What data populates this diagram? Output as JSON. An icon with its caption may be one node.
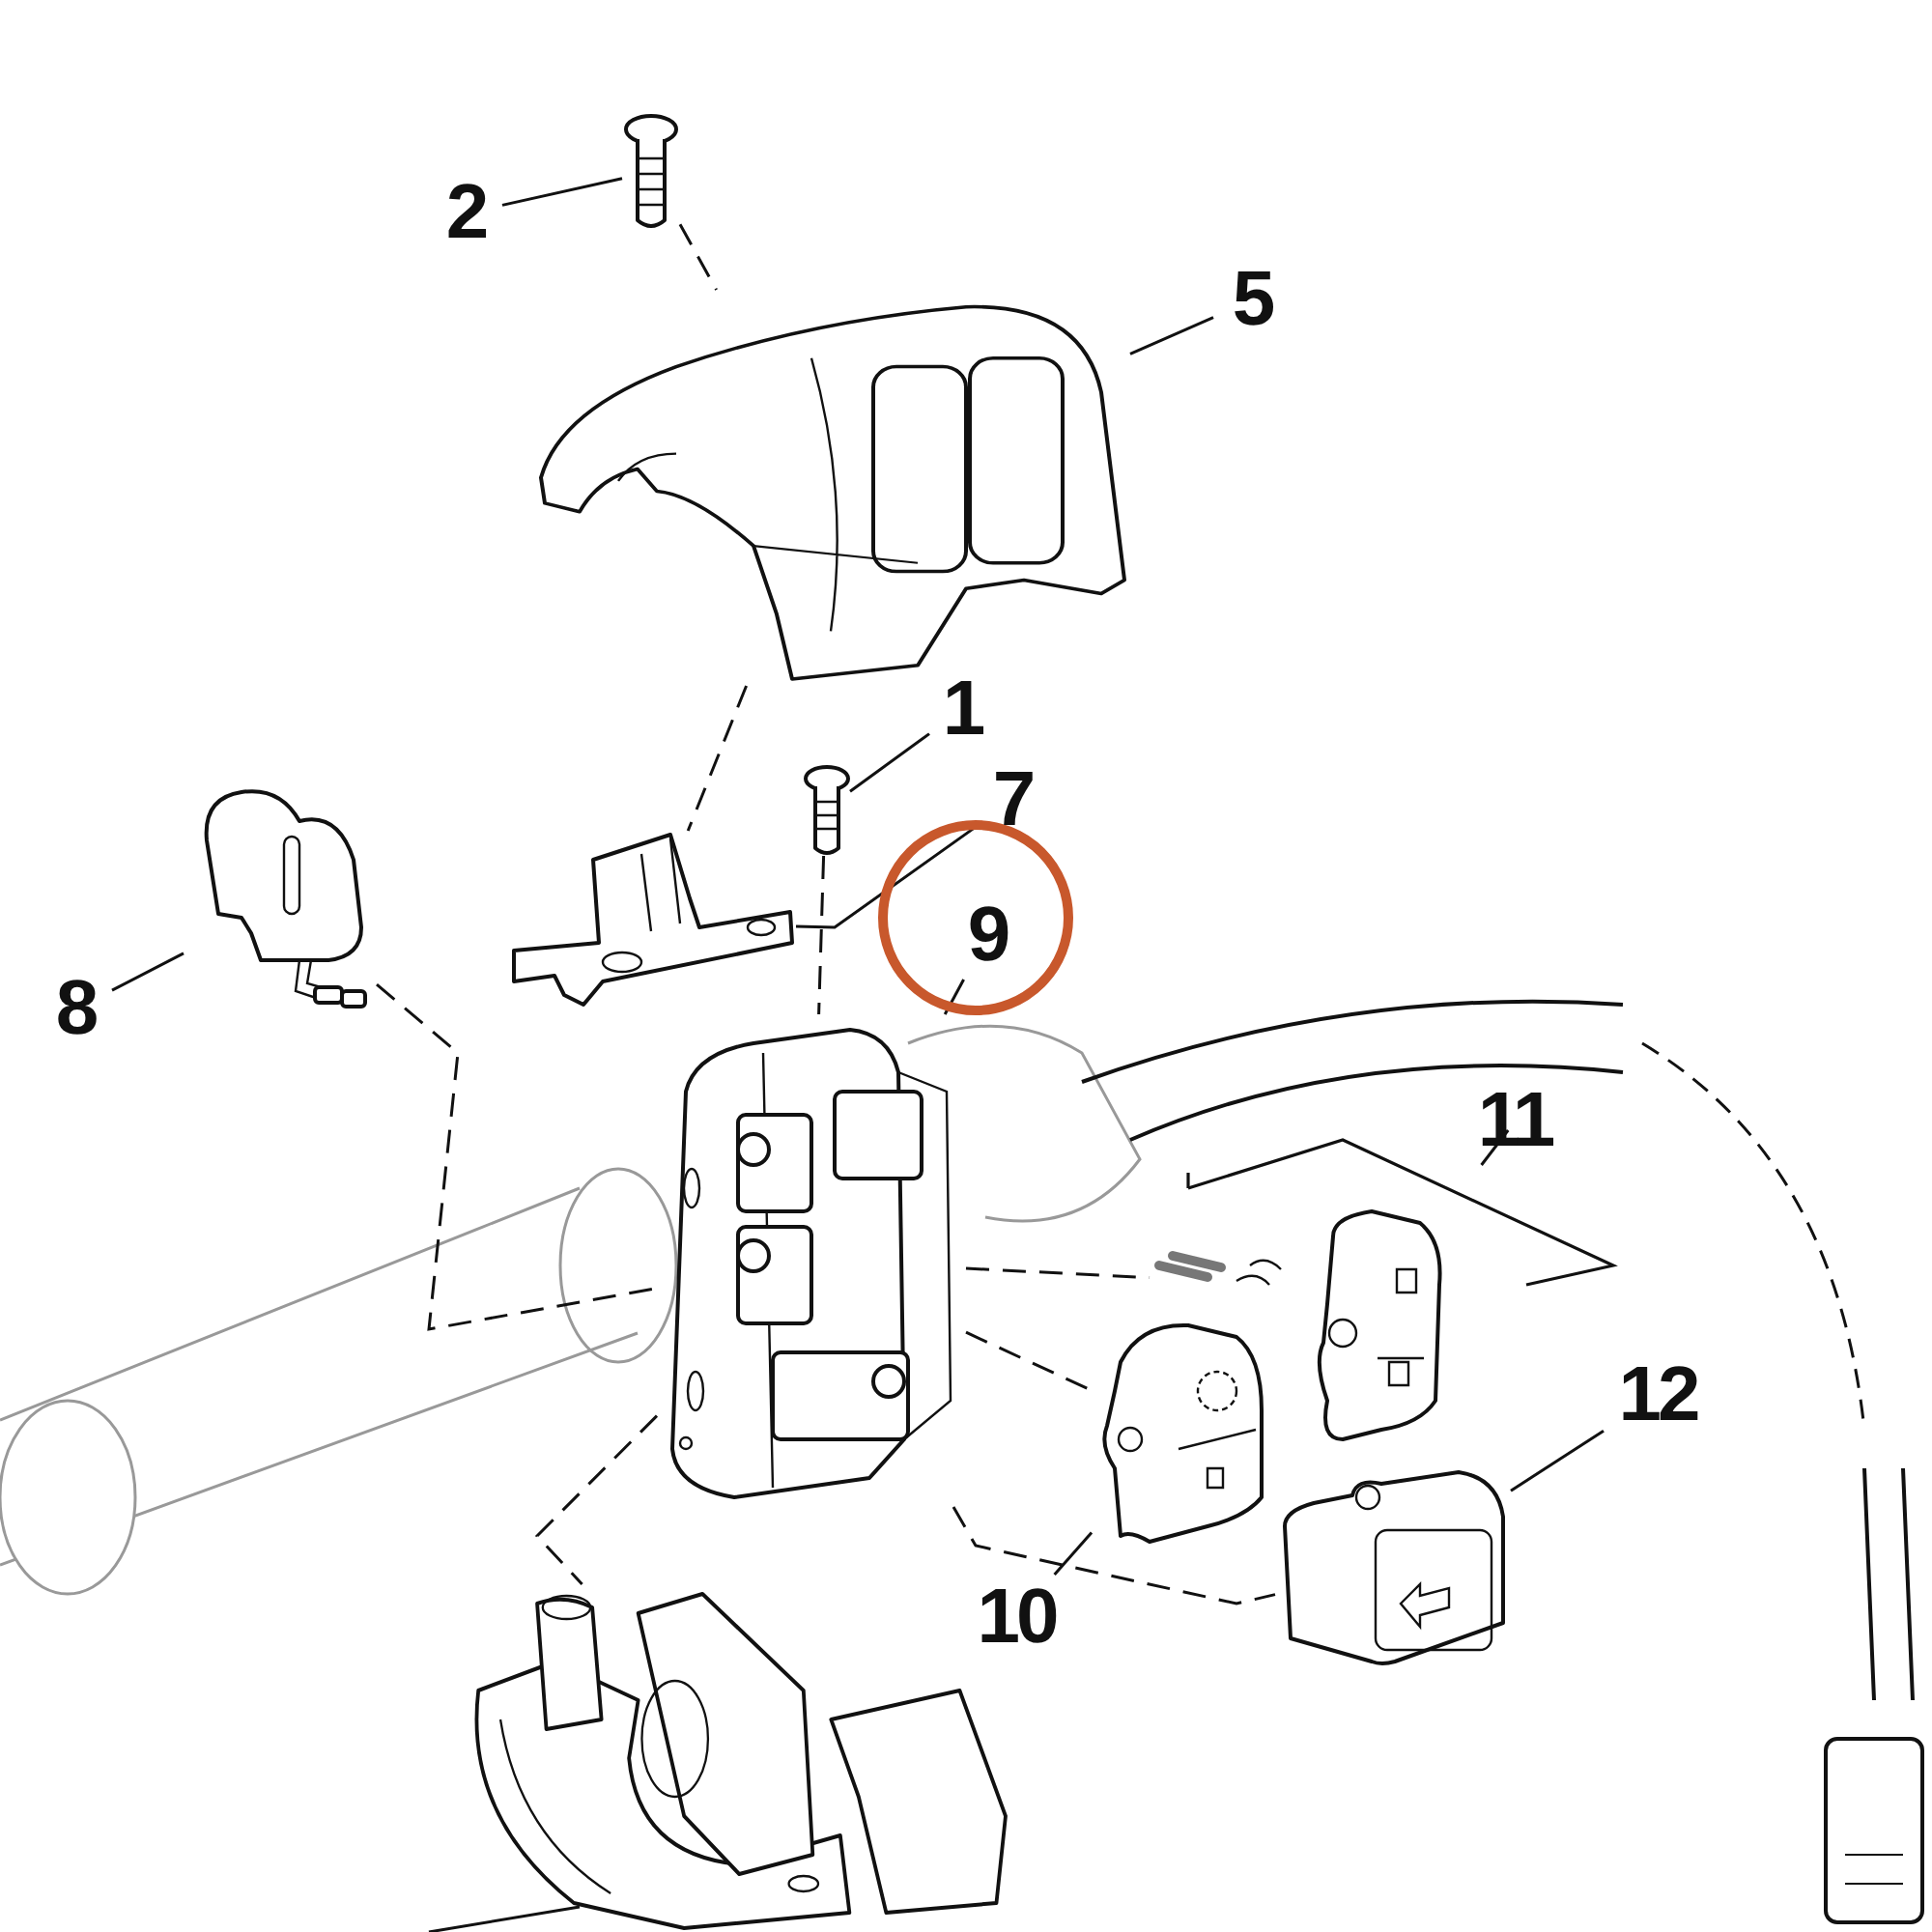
{
  "diagram": {
    "nodes": [
      {
        "text": [
          "2"
        ]
      },
      {
        "text": [],
        "shape": "picture"
      },
      {
        "text": [
          "5"
        ]
      },
      {
        "text": [],
        "shape": "picture"
      },
      {
        "text": [
          "1"
        ]
      },
      {
        "text": [],
        "shape": "picture"
      },
      {
        "text": [
          "7"
        ]
      },
      {
        "text": [],
        "shape": "picture"
      },
      {
        "text": [
          "9"
        ]
      },
      {
        "text": [],
        "shape": "picture"
      },
      {
        "text": [
          "8"
        ]
      },
      {
        "text": [],
        "shape": "picture"
      },
      {
        "text": [
          "11"
        ]
      },
      {
        "text": [],
        "shape": "picture"
      },
      {
        "text": [
          "12"
        ]
      },
      {
        "text": [],
        "shape": "picture"
      },
      {
        "text": [
          "10"
        ]
      },
      {
        "text": [],
        "shape": "picture"
      },
      {
        "text": [],
        "shape": "picture"
      }
    ],
    "edges": [
      {
        "from": 0,
        "to": 1,
        "arrow": "none"
      },
      {
        "from": 2,
        "to": 3,
        "arrow": "none"
      },
      {
        "from": 4,
        "to": 5,
        "arrow": "none"
      },
      {
        "from": 6,
        "to": 7,
        "arrow": "none"
      },
      {
        "from": 8,
        "to": 9,
        "arrow": "none"
      },
      {
        "from": 10,
        "to": 11,
        "arrow": "none"
      },
      {
        "from": 12,
        "to": 13,
        "arrow": "none"
      },
      {
        "from": 14,
        "to": 15,
        "arrow": "none"
      },
      {
        "from": 16,
        "to": 17,
        "arrow": "none"
      },
      {
        "from": 18,
        "to": null,
        "arrow": "none"
      },
      {
        "from": 1,
        "to": 3,
        "arrow": "none",
        "style": "dashed"
      },
      {
        "from": 5,
        "to": 9,
        "arrow": "none",
        "style": "dashed"
      },
      {
        "from": 3,
        "to": 7,
        "arrow": "none",
        "style": "dashed"
      },
      {
        "from": 11,
        "to": 9,
        "arrow": "none",
        "style": "dashed"
      },
      {
        "from": 9,
        "to": 18,
        "arrow": "none",
        "style": "dashed"
      },
      {
        "from": 9,
        "to": 13,
        "arrow": "none",
        "style": "dashed"
      },
      {
        "from": 9,
        "to": 17,
        "arrow": "none",
        "style": "dashed"
      },
      {
        "from": 9,
        "to": 15,
        "arrow": "none",
        "style": "dashed"
      }
    ]
  }
}
